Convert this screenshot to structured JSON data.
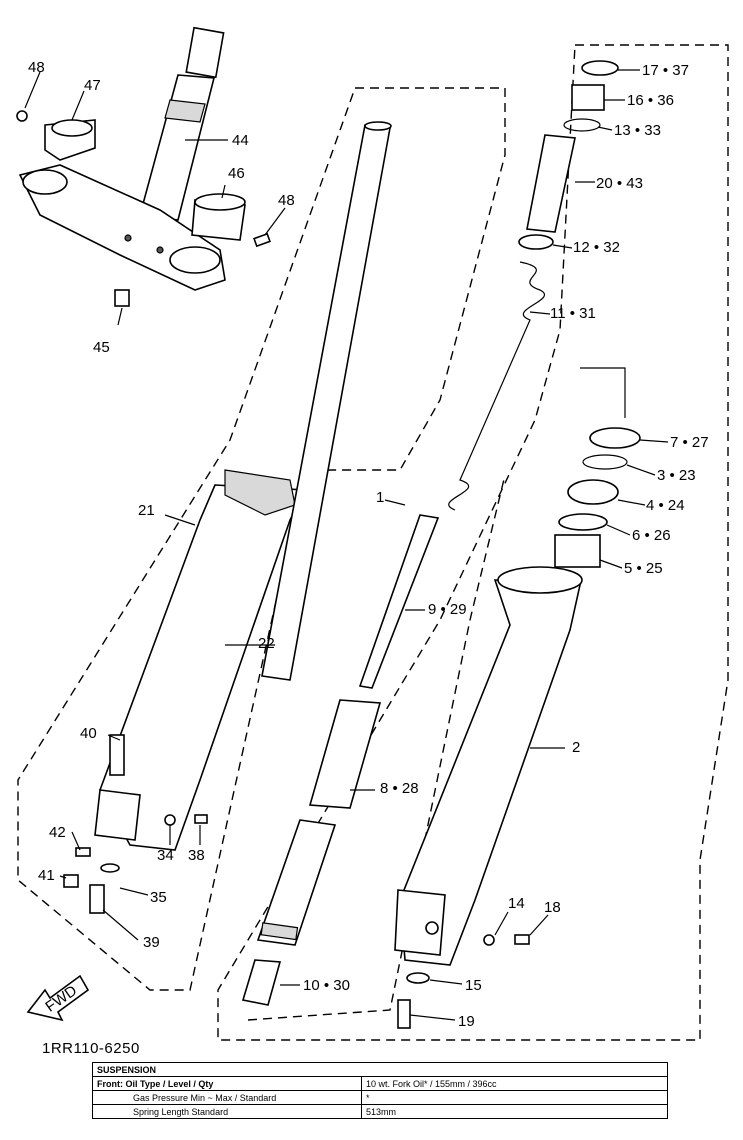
{
  "callouts": {
    "c48a": "48",
    "c47": "47",
    "c44": "44",
    "c46": "46",
    "c48b": "48",
    "c45": "45",
    "c21": "21",
    "c22": "22",
    "c40": "40",
    "c42": "42",
    "c41": "41",
    "c34": "34",
    "c38": "38",
    "c35": "35",
    "c39": "39",
    "c1": "1",
    "c9": "9 • 29",
    "c8": "8 • 28",
    "c10": "10 • 30",
    "c17": "17 • 37",
    "c16": "16 • 36",
    "c13": "13 • 33",
    "c20": "20 • 43",
    "c12": "12 • 32",
    "c11": "11 • 31",
    "c7": "7 • 27",
    "c3": "3 • 23",
    "c4": "4 • 24",
    "c6": "6 • 26",
    "c5": "5 • 25",
    "c2": "2",
    "c14": "14",
    "c18": "18",
    "c15": "15",
    "c19": "19"
  },
  "fwd_label": "FWD",
  "diagram_code": "1RR110-6250",
  "spec_table": {
    "header": "SUSPENSION",
    "rows": [
      {
        "label": "Front: Oil Type / Level / Qty",
        "value": "10 wt. Fork Oil* / 155mm / 396cc"
      },
      {
        "label": "Gas Pressure Min ~ Max / Standard",
        "value": "*"
      },
      {
        "label": "Spring Length Standard",
        "value": "513mm"
      }
    ]
  }
}
